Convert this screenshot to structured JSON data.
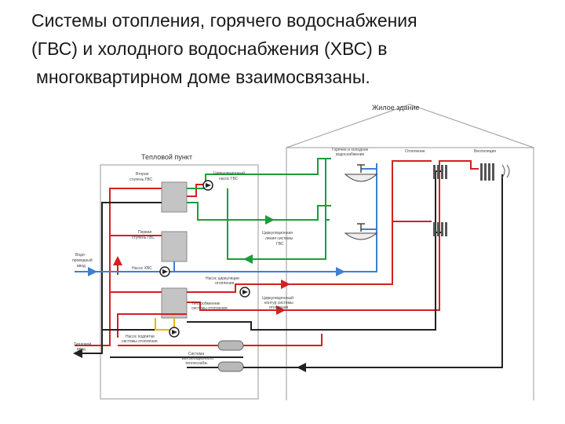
{
  "slide": {
    "title_lines": [
      "Системы отопления, горячего водоснабжения",
      "(ГВС) и холодного водоснабжения (ХВС) в",
      "многоквартирном  доме взаимосвязаны."
    ]
  },
  "diagram": {
    "house_label": "Жилое здание",
    "substation_title": "Тепловой пункт",
    "house_sections": {
      "hot_cold_water": [
        "Горячее и холодное",
        "водоснабжение"
      ],
      "heating": "Отопление",
      "ventilation": "Вентиляция"
    },
    "labels": {
      "dhw_stage2": [
        "Вторая",
        "ступень ГВС"
      ],
      "dhw_circ_pump": [
        "Циркуляционный",
        "насос ГВС"
      ],
      "dhw_stage1": [
        "Первая",
        "ступень ГВС"
      ],
      "dhw_circ_line": [
        "Циркуляционная",
        "линия системы",
        "ГВС"
      ],
      "water_main": [
        "Водо-",
        "проводный",
        "ввод"
      ],
      "cold_water_pump": "Насос ХВС",
      "heating_circ_pump": [
        "Насос циркуляции",
        "отопления"
      ],
      "heat_exchanger": [
        "Теплообменник",
        "системы отопления"
      ],
      "heating_circ_loop": [
        "Циркуляционный",
        "контур системы",
        "отопления"
      ],
      "heating_makeup_pump": [
        "Насос подпитки",
        "системы отопления"
      ],
      "heat_input": [
        "Тепловой",
        "ввод"
      ],
      "ventilation_system": [
        "Система",
        "вентиляционного",
        "теплоснабж."
      ]
    },
    "colors": {
      "supply": "#d32020",
      "return": "#222222",
      "hot_water": "#1a9d3a",
      "cold_water": "#3d7fd0",
      "makeup": "#e8b415",
      "equipment": "#bcbcbc"
    }
  }
}
